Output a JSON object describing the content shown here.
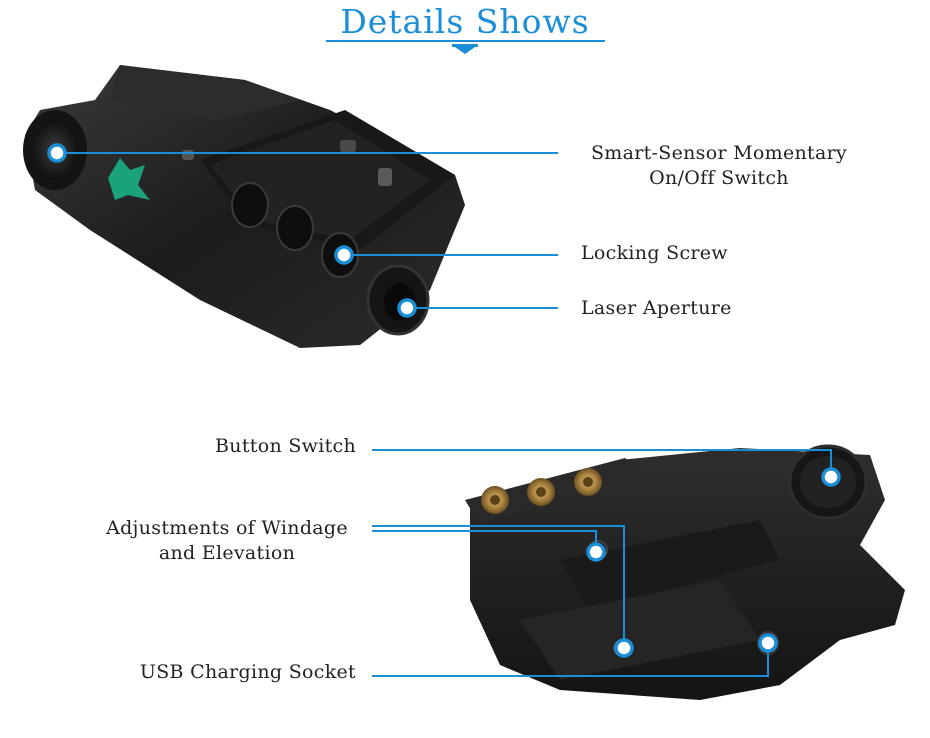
{
  "title": "Details Shows",
  "colors": {
    "accent": "#1a8fd8",
    "device": "#1f1f1f",
    "logo": "#1aa37a",
    "brass": "#b08a45"
  },
  "top_labels": [
    {
      "line1": "Smart-Sensor Momentary",
      "line2": "On/Off Switch"
    },
    {
      "line1": "Locking Screw"
    },
    {
      "line1": "Laser Aperture"
    }
  ],
  "bottom_labels": [
    {
      "line1": "Button Switch"
    },
    {
      "line1": "Adjustments of Windage",
      "line2": "and Elevation"
    },
    {
      "line1": "USB Charging Socket"
    }
  ]
}
